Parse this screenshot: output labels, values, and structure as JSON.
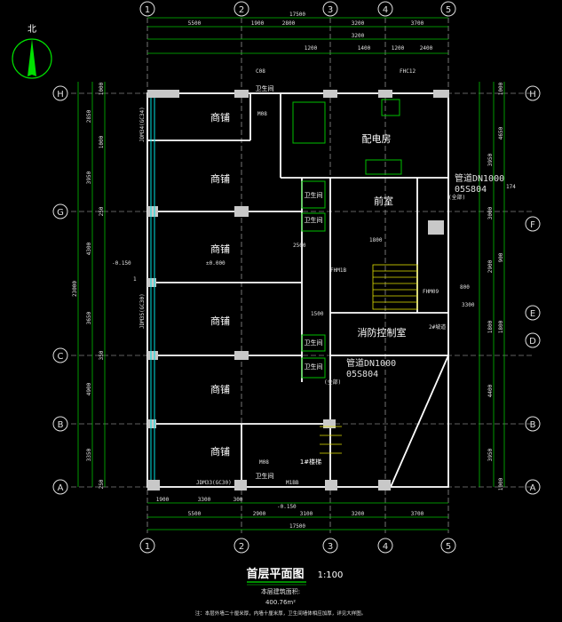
{
  "drawing": {
    "title": "首层平面图",
    "scale": "1:100",
    "area_label": "本层建筑面积:",
    "area_value": "400.76m²",
    "note": "注：本层外墙二十厘米厚，内墙十厘米厚，卫生间墙体相应加厚，详见大样图。",
    "north_label": "北"
  },
  "grid": {
    "columns": [
      "1",
      "2",
      "3",
      "4",
      "5"
    ],
    "rows": [
      "H",
      "G",
      "F",
      "E",
      "D",
      "C",
      "B",
      "A"
    ]
  },
  "dimensions": {
    "top_total": "17500",
    "top_spans": [
      "5500",
      "1900",
      "2800",
      "3200",
      "3700"
    ],
    "top_sub": [
      "1200",
      "1400",
      "1200",
      "2400"
    ],
    "top_sub2": [
      "3200"
    ],
    "bottom_spans": [
      "5500",
      "2900",
      "3100",
      "3200",
      "3700"
    ],
    "bottom_sub": [
      "1900",
      "3300",
      "300"
    ],
    "bottom_total": "17500",
    "left_total": "23000",
    "left_spans": [
      "2850",
      "3950",
      "4300",
      "3650",
      "4900",
      "3350"
    ],
    "left_sub": [
      "1000",
      "250",
      "1000",
      "350",
      "250"
    ],
    "right_spans": [
      "3950",
      "3000",
      "2900",
      "1800",
      "4400",
      "3950"
    ],
    "right_sub": [
      "1000",
      "4650",
      "900",
      "1800",
      "1000"
    ]
  },
  "rooms": {
    "shop": "商铺",
    "distribution": "配电房",
    "lobby": "前室",
    "fire_control": "消防控制室",
    "restroom": "卫生间",
    "stair": "1#楼梯"
  },
  "annotations": {
    "elev_zero": "±0.000",
    "elev_minus": "-0.150",
    "elev_minus2": "-0.150",
    "pipe1": "管道DN1000",
    "pipe2": "管道DN1000",
    "std1": "05S804",
    "std2": "05S804",
    "sub1": "(全部)",
    "sub2": "(全部)",
    "misc_2500": "2500",
    "misc_1800": "1800",
    "misc_3300": "3300",
    "misc_800": "800",
    "misc_1500": "1500",
    "door_c08": "C08",
    "door_m08": "M08",
    "door_m08b": "M08",
    "door_m1bb": "M1BB",
    "fhc12": "FHC12",
    "fhm1b": "FHM1B",
    "fhm09": "FHM09",
    "jdm35": "JDM35(GC30)",
    "jdm33": "JDM33(GC30)",
    "jdm34": "JDM34(GC34)",
    "slope2": "2#坡道",
    "mark1": "1",
    "mark174": "174"
  }
}
